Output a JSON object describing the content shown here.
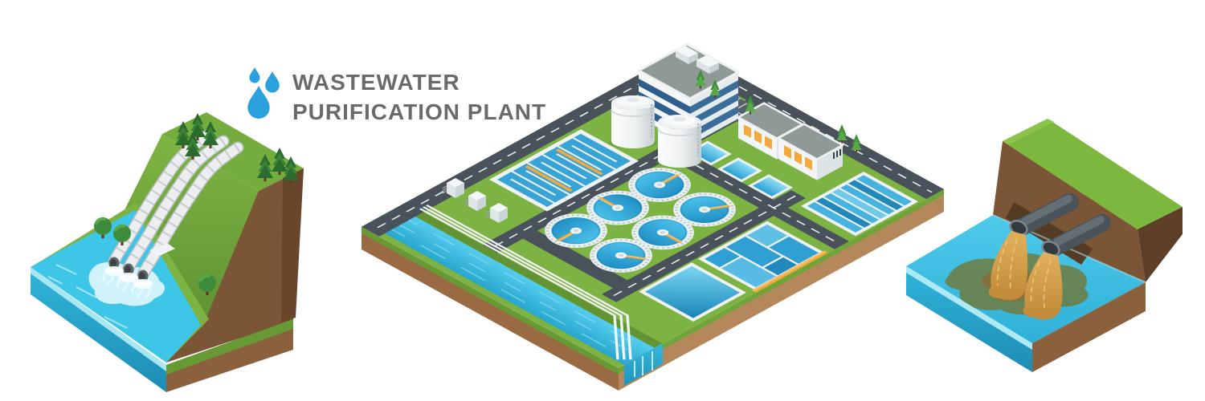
{
  "title": {
    "line1": "WASTEWATER",
    "line2": "PURIFICATION PLANT"
  },
  "logo": {
    "icon": "water-drops-icon",
    "drop_color": "#2aa0dc",
    "drop_count": 3
  },
  "palette": {
    "background": "#ffffff",
    "title_text": "#6a6a6a",
    "grass_green": "#7cb342",
    "grass_dark": "#679a35",
    "road_gray": "#49525a",
    "canal_cyan": "#3bbfe3",
    "pool_blue": "#2f9fd4",
    "walkway_orange": "#f5a93a",
    "earth_brown": "#9a6b42",
    "earth_tan": "#b5885c",
    "building_band_navy": "#2e5f8c",
    "tank_white": "#eef2f3",
    "discharge_pipe_gray": "#59636a",
    "polluted_water": "#d9a54e"
  },
  "scenes": {
    "clean_discharge": {
      "name": "hillside clean water discharge",
      "hill_pipes": 3,
      "pine_trees": 7,
      "round_trees": 3
    },
    "treatment_plant": {
      "name": "wastewater purification plant",
      "clarifier_tanks": 6,
      "storage_tanks": 2,
      "warehouses": 2,
      "small_pools": 3,
      "pump_boxes": 3,
      "office_window_bands": 3
    },
    "polluted_discharge": {
      "name": "polluted water discharge",
      "discharge_pipes": 2
    }
  }
}
